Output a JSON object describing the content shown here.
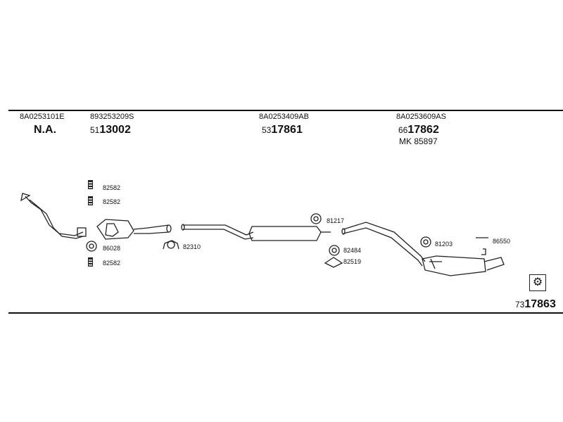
{
  "top_parts": [
    {
      "oem": "8A0253101E",
      "number_prefix": "",
      "number_main": "N.A.",
      "extra": ""
    },
    {
      "oem": "893253209S",
      "number_prefix": "51",
      "number_main": "13002",
      "extra": ""
    },
    {
      "oem": "8A0253409AB",
      "number_prefix": "53",
      "number_main": "17861",
      "extra": ""
    },
    {
      "oem": "8A0253609AS",
      "number_prefix": "66",
      "number_main": "17862",
      "extra": "MK  85897"
    }
  ],
  "part_labels": {
    "spring_1": "82582",
    "spring_2": "82582",
    "ring_86028": "86028",
    "spring_3": "82582",
    "clamp_82310": "82310",
    "ring_81217": "81217",
    "ring_82484": "82484",
    "gasket_82519": "82519",
    "ring_81203": "81203",
    "hanger_86550": "86550"
  },
  "kit": {
    "number_prefix": "73",
    "number_main": "17863"
  },
  "colors": {
    "line": "#111111",
    "background": "#ffffff"
  }
}
